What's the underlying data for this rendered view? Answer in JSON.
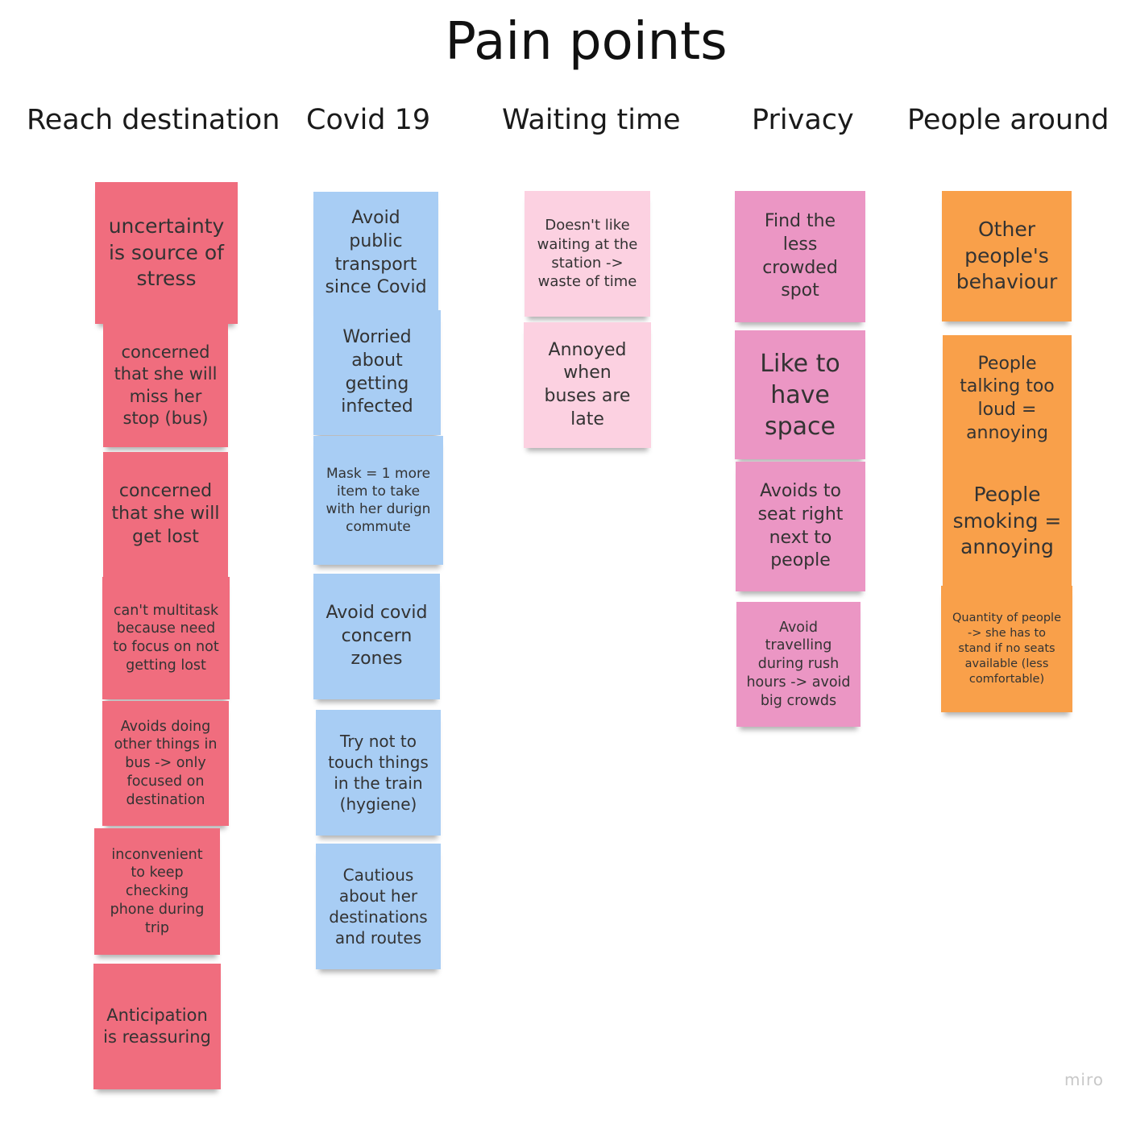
{
  "board": {
    "title": "Pain points",
    "watermark": "miro"
  },
  "columns": [
    {
      "heading": "Reach destination",
      "color": "#f06d7e",
      "notes": [
        "uncertainty is source of stress",
        "concerned that she will miss her stop (bus)",
        "concerned that she will get lost",
        "can't multitask because need to focus on not getting lost",
        "Avoids doing other things in bus -> only focused on destination",
        "inconvenient to keep checking phone during trip",
        "Anticipation is reassuring"
      ]
    },
    {
      "heading": "Covid 19",
      "color": "#a8cdf4",
      "notes": [
        "Avoid public transport since Covid",
        "Worried about getting infected",
        "Mask = 1 more item to take with her durign commute",
        "Avoid covid concern zones",
        "Try not to touch things in the train (hygiene)",
        "Cautious about her destinations and routes"
      ]
    },
    {
      "heading": "Waiting time",
      "color": "#fcd1e1",
      "notes": [
        "Doesn't like waiting at the station -> waste of time",
        "Annoyed when buses are late"
      ]
    },
    {
      "heading": "Privacy",
      "color": "#eb96c4",
      "notes": [
        "Find the less crowded spot",
        "Like to have space",
        "Avoids to seat right next to people",
        "Avoid travelling during rush hours -> avoid big crowds"
      ]
    },
    {
      "heading": "People around",
      "color": "#f9a04a",
      "notes": [
        "Other people's behaviour",
        "People talking too loud = annoying",
        "People smoking = annoying",
        "Quantity of people -> she has to stand if no seats available (less comfortable)"
      ]
    }
  ]
}
